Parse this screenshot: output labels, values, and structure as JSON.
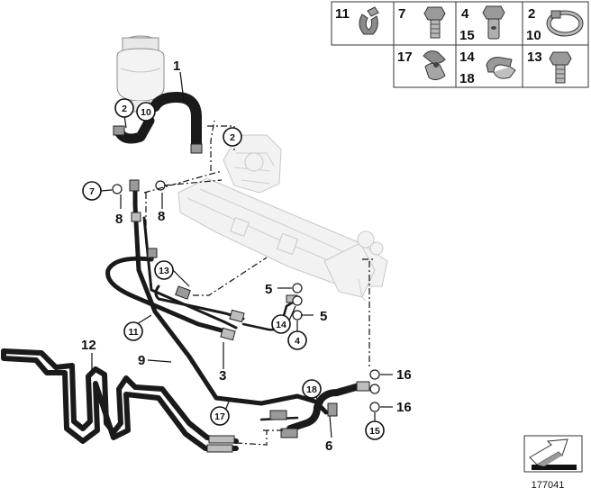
{
  "diagram_id": "177041",
  "parts_table": {
    "cells": [
      {
        "labels": [
          "11"
        ],
        "icon": "hose-clip-icon"
      },
      {
        "labels": [
          "7"
        ],
        "icon": "hollow-bolt-icon"
      },
      {
        "labels": [
          "4",
          "15"
        ],
        "icon": "hollow-bolt-icon"
      },
      {
        "labels": [
          "2",
          "10"
        ],
        "icon": "hose-clamp-icon"
      },
      {
        "labels": [
          "17"
        ],
        "icon": "double-clip-icon"
      },
      {
        "labels": [
          "14",
          "18"
        ],
        "icon": "clip-bracket-icon"
      },
      {
        "labels": [
          "13"
        ],
        "icon": "hex-bolt-icon"
      }
    ]
  },
  "callouts": {
    "plain": [
      {
        "id": "c1",
        "text": "1"
      },
      {
        "id": "c3",
        "text": "3"
      },
      {
        "id": "c5a",
        "text": "5"
      },
      {
        "id": "c5b",
        "text": "5"
      },
      {
        "id": "c6",
        "text": "6"
      },
      {
        "id": "c8a",
        "text": "8"
      },
      {
        "id": "c8b",
        "text": "8"
      },
      {
        "id": "c9",
        "text": "9"
      },
      {
        "id": "c12",
        "text": "12"
      },
      {
        "id": "c16a",
        "text": "16"
      },
      {
        "id": "c16b",
        "text": "16"
      }
    ],
    "circled": [
      {
        "id": "k2a",
        "text": "2"
      },
      {
        "id": "k10",
        "text": "10"
      },
      {
        "id": "k2b",
        "text": "2"
      },
      {
        "id": "k7",
        "text": "7"
      },
      {
        "id": "k13",
        "text": "13"
      },
      {
        "id": "k11",
        "text": "11"
      },
      {
        "id": "k14",
        "text": "14"
      },
      {
        "id": "k4",
        "text": "4"
      },
      {
        "id": "k17",
        "text": "17"
      },
      {
        "id": "k18",
        "text": "18"
      },
      {
        "id": "k15",
        "text": "15"
      }
    ]
  }
}
